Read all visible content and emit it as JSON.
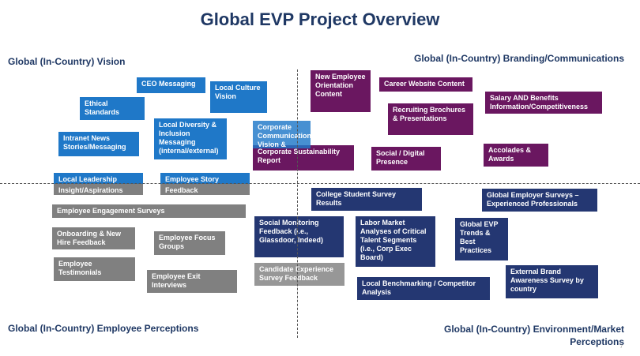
{
  "title": "Global EVP Project Overview",
  "quadrants": {
    "top_left": "Global (In-Country) Vision",
    "top_right": "Global (In-Country) Branding/Communications",
    "bottom_left": "Global (In-Country) Employee Perceptions",
    "bottom_right": "Global (In-Country) Environment/Market Perceptions"
  },
  "page_number": "7",
  "vision": {
    "ceo_messaging": "CEO Messaging",
    "local_culture_vision": "Local Culture Vision",
    "ethical_standards": "Ethical Standards",
    "local_diversity": "Local Diversity & Inclusion Messaging (internal/external)",
    "intranet_news": "Intranet News Stories/Messaging",
    "corporate_communications": "Corporate Communications Vision & Brand",
    "local_leadership": "Local Leadership"
  },
  "branding": {
    "new_employee_orientation": "New Employee Orientation Content",
    "career_website": "Career Website Content",
    "salary_benefits": "Salary AND Benefits Information/Competitiveness",
    "recruiting_brochures": "Recruiting Brochures & Presentations",
    "corporate_sustainability": "Corporate Sustainability Report",
    "social_digital": "Social / Digital Presence",
    "accolades_awards": "Accolades & Awards"
  },
  "perceptions": {
    "insight_aspirations": "Insight/Aspirations",
    "employee_story": "Employee Story",
    "feedback": "Feedback",
    "engagement_surveys": "Employee Engagement Surveys",
    "onboarding_feedback": "Onboarding & New Hire Feedback",
    "focus_groups": "Employee Focus Groups",
    "testimonials": "Employee Testimonials",
    "exit_interviews": "Employee Exit Interviews",
    "candidate_experience": "Candidate Experience Survey Feedback"
  },
  "environment": {
    "college_survey": "College Student Survey Results",
    "global_employer_surveys": "Global Employer Surveys – Experienced Professionals",
    "social_monitoring": "Social Monitoring Feedback (i.e., Glassdoor, Indeed)",
    "labor_market": "Labor Market Analyses of Critical Talent Segments (i.e., Corp Exec Board)",
    "global_evp_trends": "Global EVP Trends & Best Practices",
    "local_benchmarking": "Local Benchmarking / Competitor Analysis",
    "external_brand": "External Brand Awareness Survey by country"
  },
  "colors": {
    "title": "#1f3864",
    "vision": "#1f78c8",
    "branding": "#6a1760",
    "environment": "#243772",
    "perceptions": "#808080"
  }
}
